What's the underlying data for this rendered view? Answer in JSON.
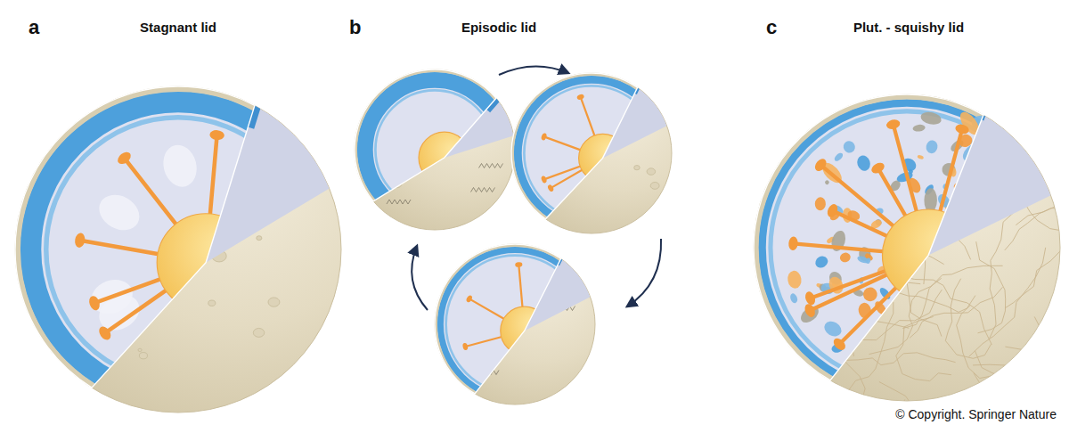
{
  "diagram": {
    "labels": [
      "a",
      "Stagnant lid",
      "b",
      "Episodic lid",
      "c",
      "Plut. - squishy lid",
      "© Copyright. Springer Nature"
    ]
  }
}
